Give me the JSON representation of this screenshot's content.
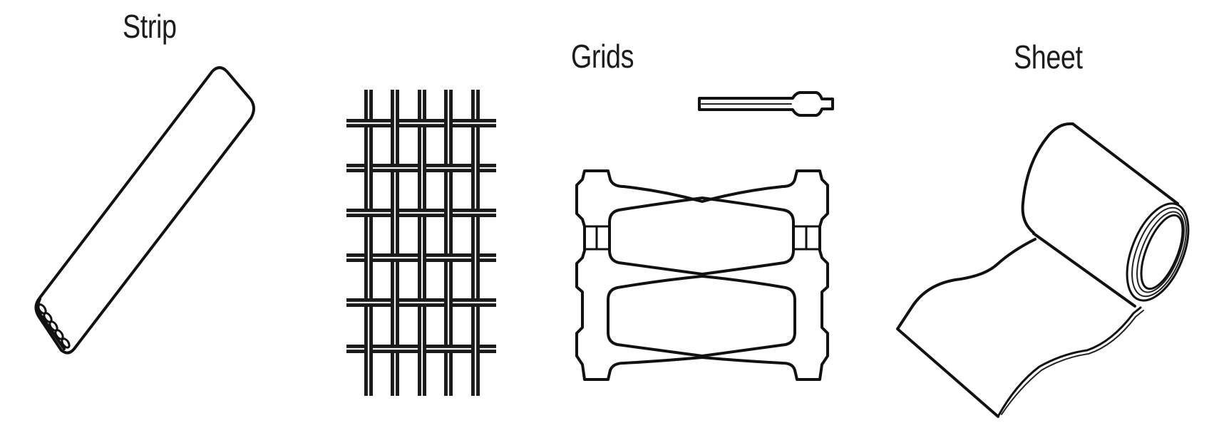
{
  "figure": {
    "background": "#ffffff",
    "ink_color": "#111111",
    "items": [
      {
        "id": "strip",
        "label": "Strip",
        "icon": "flat-multiport-strip-icon"
      },
      {
        "id": "grids",
        "label": "Grids",
        "icon": "wire-mesh-and-grid-plate-icon"
      },
      {
        "id": "sheet",
        "label": "Sheet",
        "icon": "sheet-roll-icon"
      }
    ]
  }
}
